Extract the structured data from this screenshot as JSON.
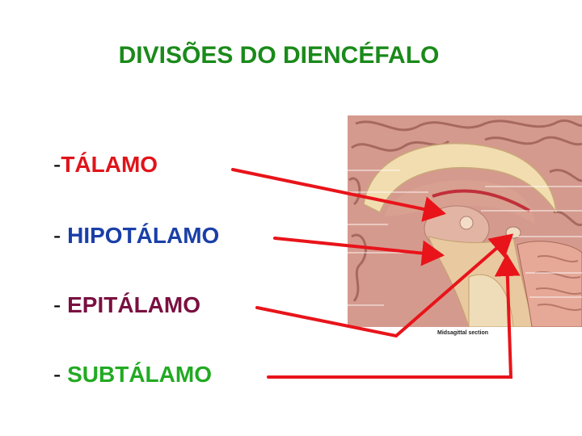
{
  "title": "DIVISÕES DO DIENCÉFALO",
  "items": [
    {
      "dash": "-",
      "label": "TÁLAMO",
      "color": "#e0141a"
    },
    {
      "dash": "- ",
      "label": "HIPOTÁLAMO",
      "color": "#1a3fa8"
    },
    {
      "dash": "- ",
      "label": "EPITÁLAMO",
      "color": "#7a1040"
    },
    {
      "dash": "- ",
      "label": "SUBTÁLAMO",
      "color": "#22aa22"
    }
  ],
  "figure": {
    "caption": "Midsagittal section"
  },
  "arrow_color": "#e8141a"
}
